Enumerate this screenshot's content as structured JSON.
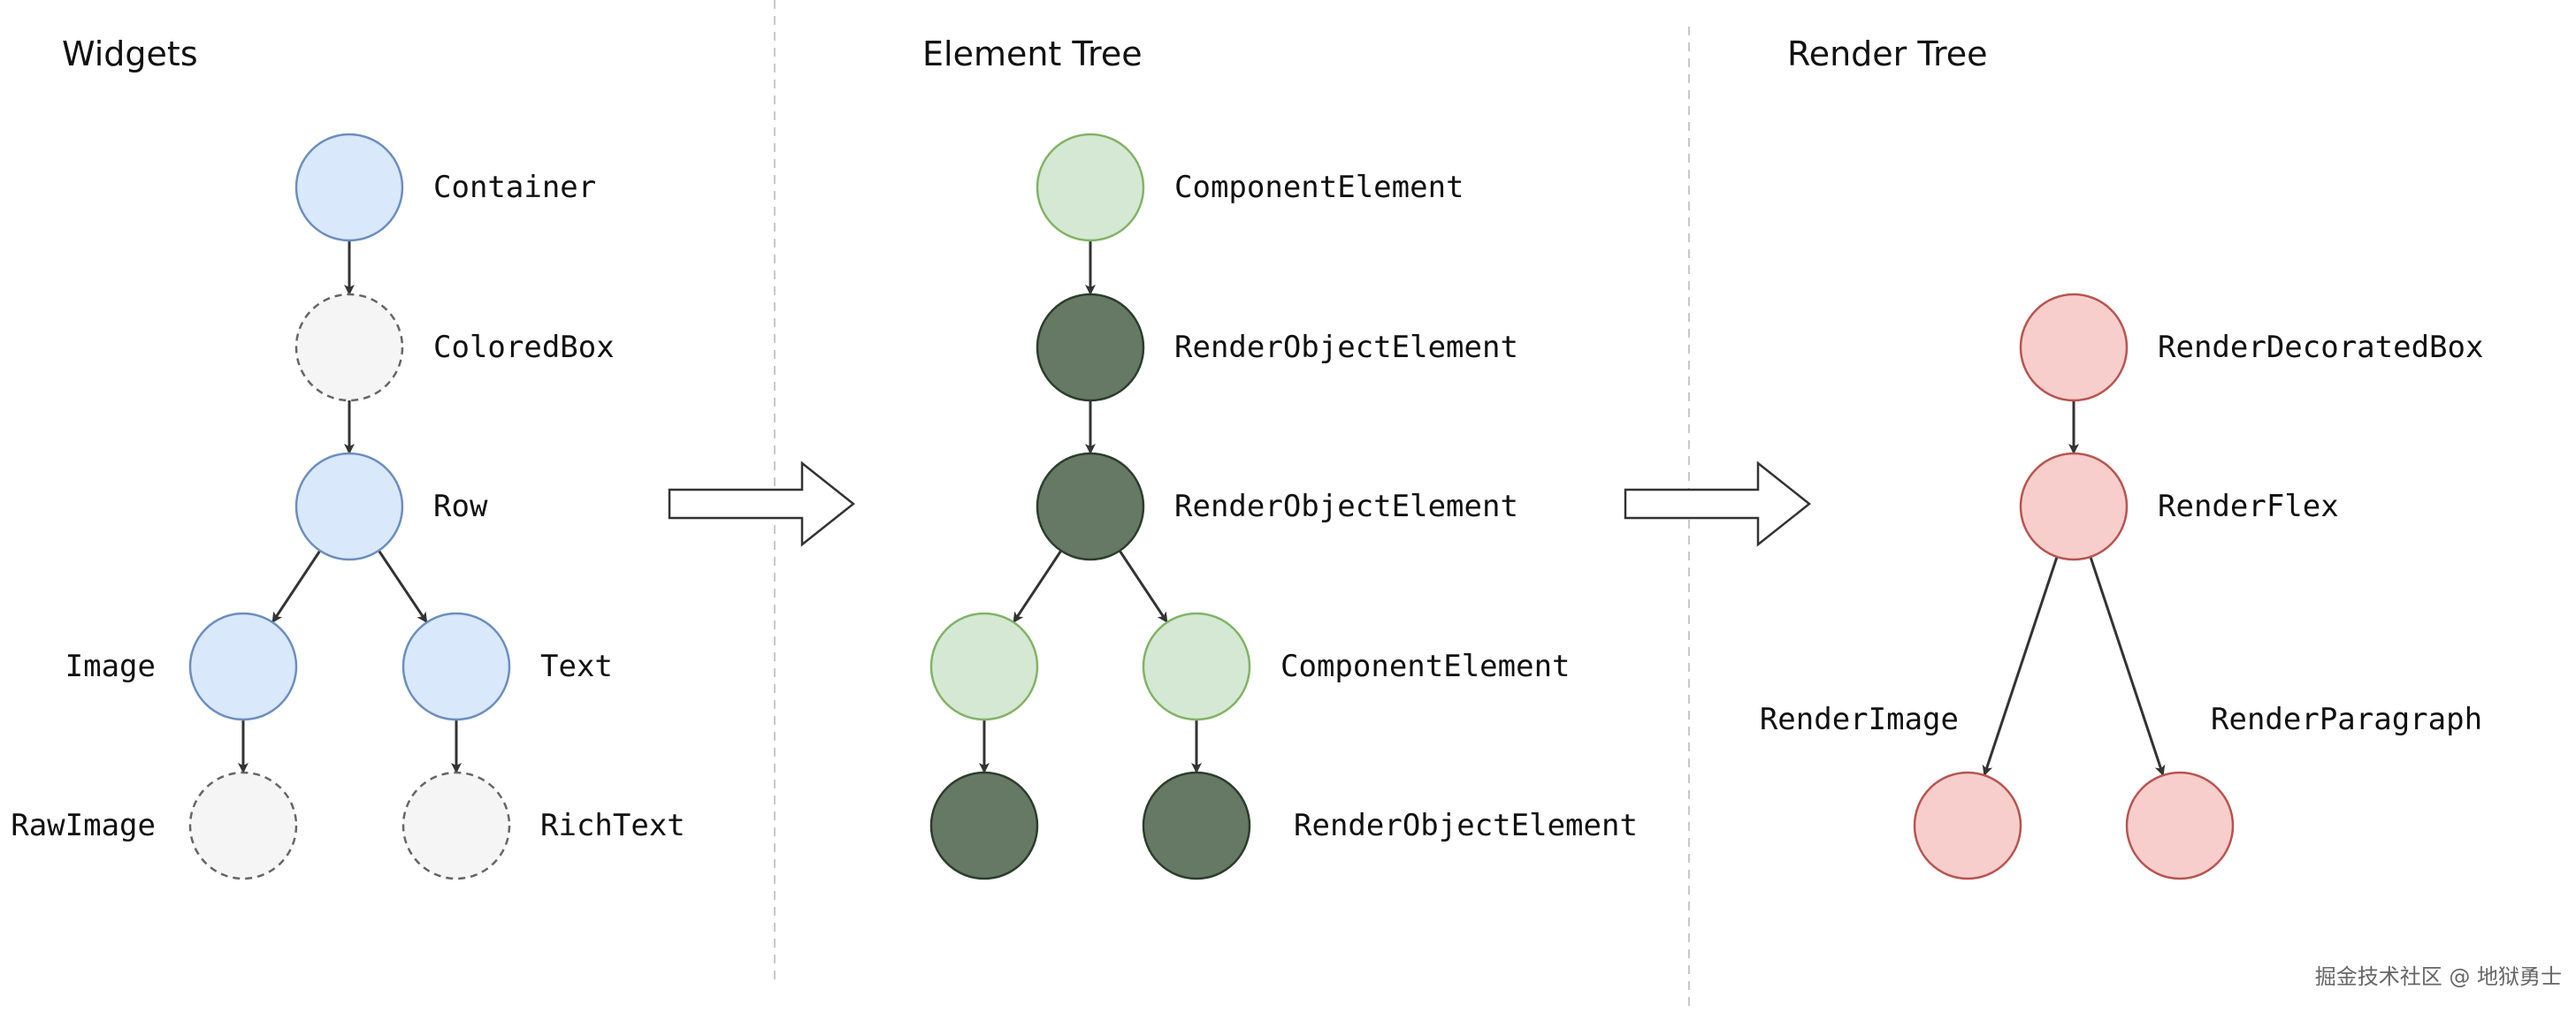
{
  "colors": {
    "widget_fill": "#dae8fc",
    "widget_stroke": "#6c8ebf",
    "virtual_fill": "#f5f5f5",
    "virtual_stroke": "#666666",
    "component_fill": "#d5e8d4",
    "component_stroke": "#82b366",
    "renderobj_fill": "#657965",
    "renderobj_stroke": "#2c3d2c",
    "render_fill": "#f8cecc",
    "render_stroke": "#b85450",
    "edge": "#333333"
  },
  "panels": [
    {
      "id": "widgets",
      "title": "Widgets"
    },
    {
      "id": "elements",
      "title": "Element Tree"
    },
    {
      "id": "render",
      "title": "Render Tree"
    }
  ],
  "nodes": [
    {
      "id": "w_container",
      "panel": "widgets",
      "kind": "widget",
      "label": "Container"
    },
    {
      "id": "w_coloredbox",
      "panel": "widgets",
      "kind": "virtual",
      "label": "ColoredBox"
    },
    {
      "id": "w_row",
      "panel": "widgets",
      "kind": "widget",
      "label": "Row"
    },
    {
      "id": "w_image",
      "panel": "widgets",
      "kind": "widget",
      "label": "Image"
    },
    {
      "id": "w_text",
      "panel": "widgets",
      "kind": "widget",
      "label": "Text"
    },
    {
      "id": "w_rawimage",
      "panel": "widgets",
      "kind": "virtual",
      "label": "RawImage"
    },
    {
      "id": "w_richtext",
      "panel": "widgets",
      "kind": "virtual",
      "label": "RichText"
    },
    {
      "id": "e_1",
      "panel": "elements",
      "kind": "component",
      "label": "ComponentElement"
    },
    {
      "id": "e_2",
      "panel": "elements",
      "kind": "renderobj",
      "label": "RenderObjectElement"
    },
    {
      "id": "e_3",
      "panel": "elements",
      "kind": "renderobj",
      "label": "RenderObjectElement"
    },
    {
      "id": "e_4",
      "panel": "elements",
      "kind": "component",
      "label": ""
    },
    {
      "id": "e_5",
      "panel": "elements",
      "kind": "component",
      "label": "ComponentElement"
    },
    {
      "id": "e_6",
      "panel": "elements",
      "kind": "renderobj",
      "label": ""
    },
    {
      "id": "e_7",
      "panel": "elements",
      "kind": "renderobj",
      "label": "RenderObjectElement"
    },
    {
      "id": "r_box",
      "panel": "render",
      "kind": "render",
      "label": "RenderDecoratedBox"
    },
    {
      "id": "r_flex",
      "panel": "render",
      "kind": "render",
      "label": "RenderFlex"
    },
    {
      "id": "r_image",
      "panel": "render",
      "kind": "render",
      "label": "RenderImage"
    },
    {
      "id": "r_para",
      "panel": "render",
      "kind": "render",
      "label": "RenderParagraph"
    }
  ],
  "edges": [
    [
      "w_container",
      "w_coloredbox"
    ],
    [
      "w_coloredbox",
      "w_row"
    ],
    [
      "w_row",
      "w_image"
    ],
    [
      "w_row",
      "w_text"
    ],
    [
      "w_image",
      "w_rawimage"
    ],
    [
      "w_text",
      "w_richtext"
    ],
    [
      "e_1",
      "e_2"
    ],
    [
      "e_2",
      "e_3"
    ],
    [
      "e_3",
      "e_4"
    ],
    [
      "e_3",
      "e_5"
    ],
    [
      "e_4",
      "e_6"
    ],
    [
      "e_5",
      "e_7"
    ],
    [
      "r_box",
      "r_flex"
    ],
    [
      "r_flex",
      "r_image"
    ],
    [
      "r_flex",
      "r_para"
    ]
  ],
  "transitions": [
    {
      "id": "widgets-to-elements"
    },
    {
      "id": "elements-to-render"
    }
  ],
  "watermark": "掘金技术社区 @ 地狱勇士"
}
